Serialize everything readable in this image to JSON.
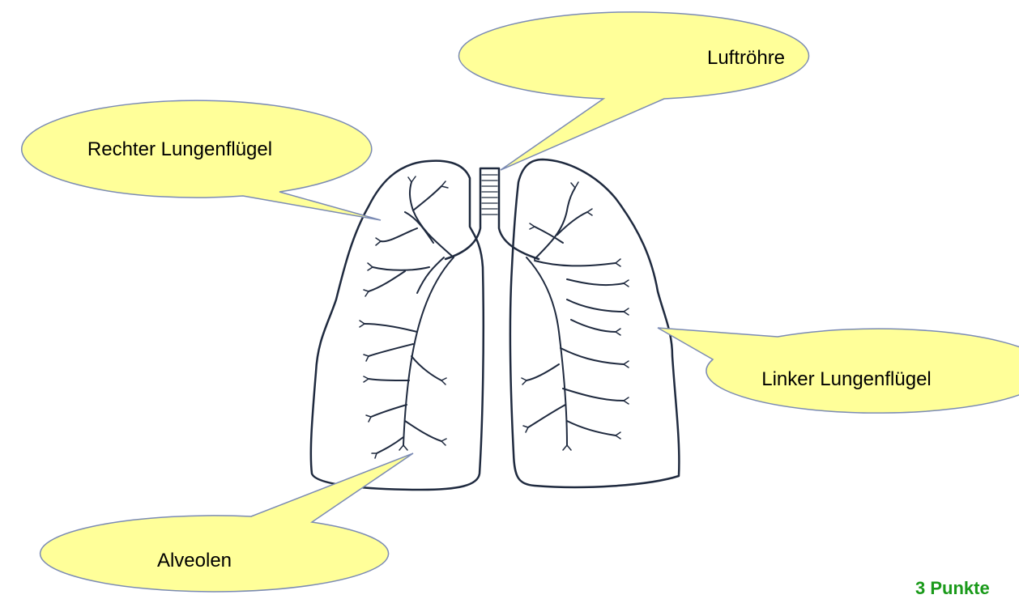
{
  "callouts": {
    "trachea": "Luftröhre",
    "right_lung": "Rechter Lungenflügel",
    "left_lung": "Linker Lungenflügel",
    "alveoli": "Alveolen"
  },
  "score": "3 Punkte",
  "colors": {
    "callout_fill": "#ffff99",
    "callout_stroke": "#7b8bb4",
    "lung_outline": "#1f2a3f",
    "lung_fill": "#ffffff",
    "score": "#1a9a1a"
  }
}
